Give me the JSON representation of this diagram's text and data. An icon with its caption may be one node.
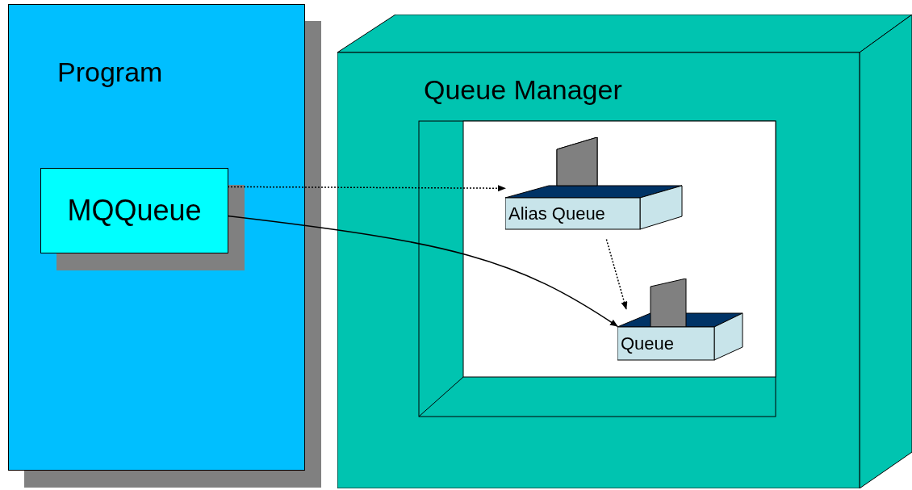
{
  "diagram": {
    "nodes": [
      {
        "text": [
          "Program"
        ]
      },
      {
        "text": [
          "MQQueue"
        ],
        "in": 0
      },
      {
        "text": [
          "Queue Manager"
        ]
      },
      {
        "text": [
          "Alias Queue"
        ],
        "in": 2
      },
      {
        "text": [
          "Queue"
        ],
        "in": 2
      }
    ],
    "edges": [
      {
        "from": 1,
        "to": 3,
        "arrow": "to",
        "style": "dashed"
      },
      {
        "from": 1,
        "to": 4,
        "arrow": "to"
      },
      {
        "from": 3,
        "to": 4,
        "arrow": "to",
        "style": "dashed"
      }
    ]
  }
}
